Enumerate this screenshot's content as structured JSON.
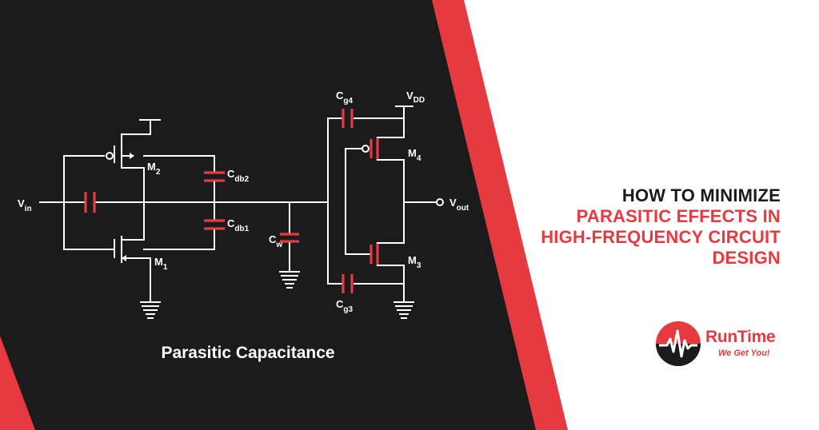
{
  "colors": {
    "dark": "#1b1b1b",
    "accent": "#e63a40",
    "light": "#ffffff"
  },
  "diagram": {
    "caption": "Parasitic Capacitance",
    "labels": {
      "vin_main": "V",
      "vin_sub": "in",
      "vout_main": "V",
      "vout_sub": "out",
      "vdd_main": "V",
      "vdd_sub": "DD",
      "m2_main": "M",
      "m2_sub": "2",
      "m1_main": "M",
      "m1_sub": "1",
      "m4_main": "M",
      "m4_sub": "4",
      "m3_main": "M",
      "m3_sub": "3",
      "cdb2_main": "C",
      "cdb2_sub": "db2",
      "cdb1_main": "C",
      "cdb1_sub": "db1",
      "cw_main": "C",
      "cw_sub": "w",
      "cg4_main": "C",
      "cg4_sub": "g4",
      "cg3_main": "C",
      "cg3_sub": "g3"
    }
  },
  "headline": {
    "line1": "HOW TO MINIMIZE",
    "line2": "PARASITIC EFFECTS IN",
    "line3": "HIGH-FREQUENCY CIRCUIT",
    "line4": "DESIGN"
  },
  "logo": {
    "brand": "RunTime",
    "tagline": "We Get You!"
  }
}
